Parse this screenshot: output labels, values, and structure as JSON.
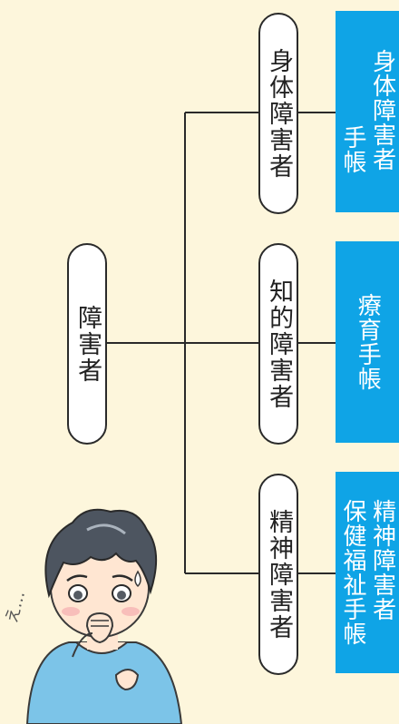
{
  "colors": {
    "background": "#fdf6dc",
    "card": "#0fa4e6",
    "line": "#2a2a2a"
  },
  "root": {
    "label": "障害者"
  },
  "branches": [
    {
      "label": "身体障害者",
      "card": [
        "身体障害者",
        "手帳"
      ]
    },
    {
      "label": "知的障害者",
      "card": [
        "療育手帳"
      ]
    },
    {
      "label": "精神障害者",
      "card": [
        "精神障害者",
        "保健福祉手帳"
      ]
    }
  ],
  "character": {
    "exclamation": "え…"
  }
}
